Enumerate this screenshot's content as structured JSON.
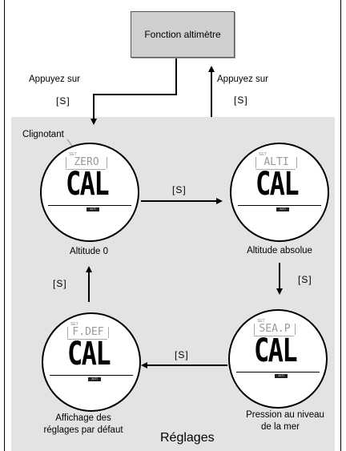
{
  "top_box": {
    "label": "Fonction altimètre"
  },
  "left_press": {
    "line1": "Appuyez sur",
    "line2": "[S]"
  },
  "right_press": {
    "line1": "Appuyez sur",
    "line2": "[S]"
  },
  "blink_label": "Clignotant",
  "watches": [
    {
      "mode": "ZERO",
      "cal": "CAL",
      "badge": "ALTI",
      "caption": "Altitude 0"
    },
    {
      "mode": "ALTI",
      "cal": "CAL",
      "badge": "ALTI",
      "caption": "Altitude absolue"
    },
    {
      "mode": "SEA.P",
      "cal": "CAL",
      "badge": "ALTI",
      "caption_line1": "Pression  au niveau",
      "caption_line2": "de la mer"
    },
    {
      "mode": "F.DEF",
      "cal": "CAL",
      "badge": "ALTI",
      "caption_line1": "Affichage des",
      "caption_line2": "réglages par défaut"
    }
  ],
  "keys": {
    "top_middle": "[S]",
    "right_middle": "[S]",
    "bottom_middle": "[S]",
    "left_middle": "[S]"
  },
  "panel_title": "Réglages",
  "colors": {
    "panel": "#e3e3e3",
    "box": "#cfcfcf"
  }
}
